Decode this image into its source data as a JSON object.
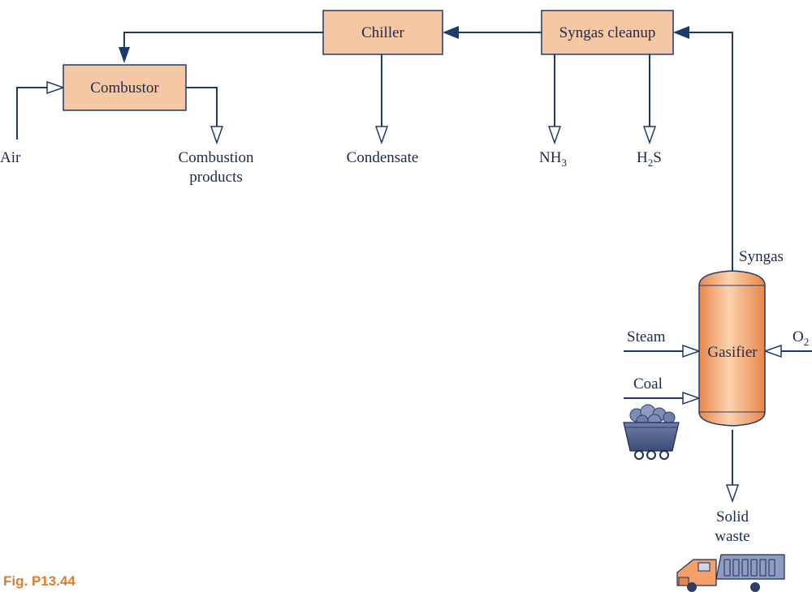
{
  "units": {
    "combustor": "Combustor",
    "chiller": "Chiller",
    "syngas_cleanup": "Syngas cleanup",
    "gasifier": "Gasifier"
  },
  "streams": {
    "air": "Air",
    "combustion_products_1": "Combustion",
    "combustion_products_2": "products",
    "condensate": "Condensate",
    "nh3_main": "NH",
    "nh3_sub": "3",
    "h2s_main_1": "H",
    "h2s_sub": "2",
    "h2s_main_2": "S",
    "syngas": "Syngas",
    "steam": "Steam",
    "o2_main": "O",
    "o2_sub": "2",
    "coal": "Coal",
    "solid_waste_1": "Solid",
    "solid_waste_2": "waste"
  },
  "figure_caption": "Fig. P13.44",
  "colors": {
    "unit_fill": "#f6c7a4",
    "line": "#1e3a6b",
    "gasifier_fill": "#f3a06a",
    "caption": "#e07b2c"
  },
  "icons": [
    "coal-cart-icon",
    "dump-truck-icon"
  ]
}
